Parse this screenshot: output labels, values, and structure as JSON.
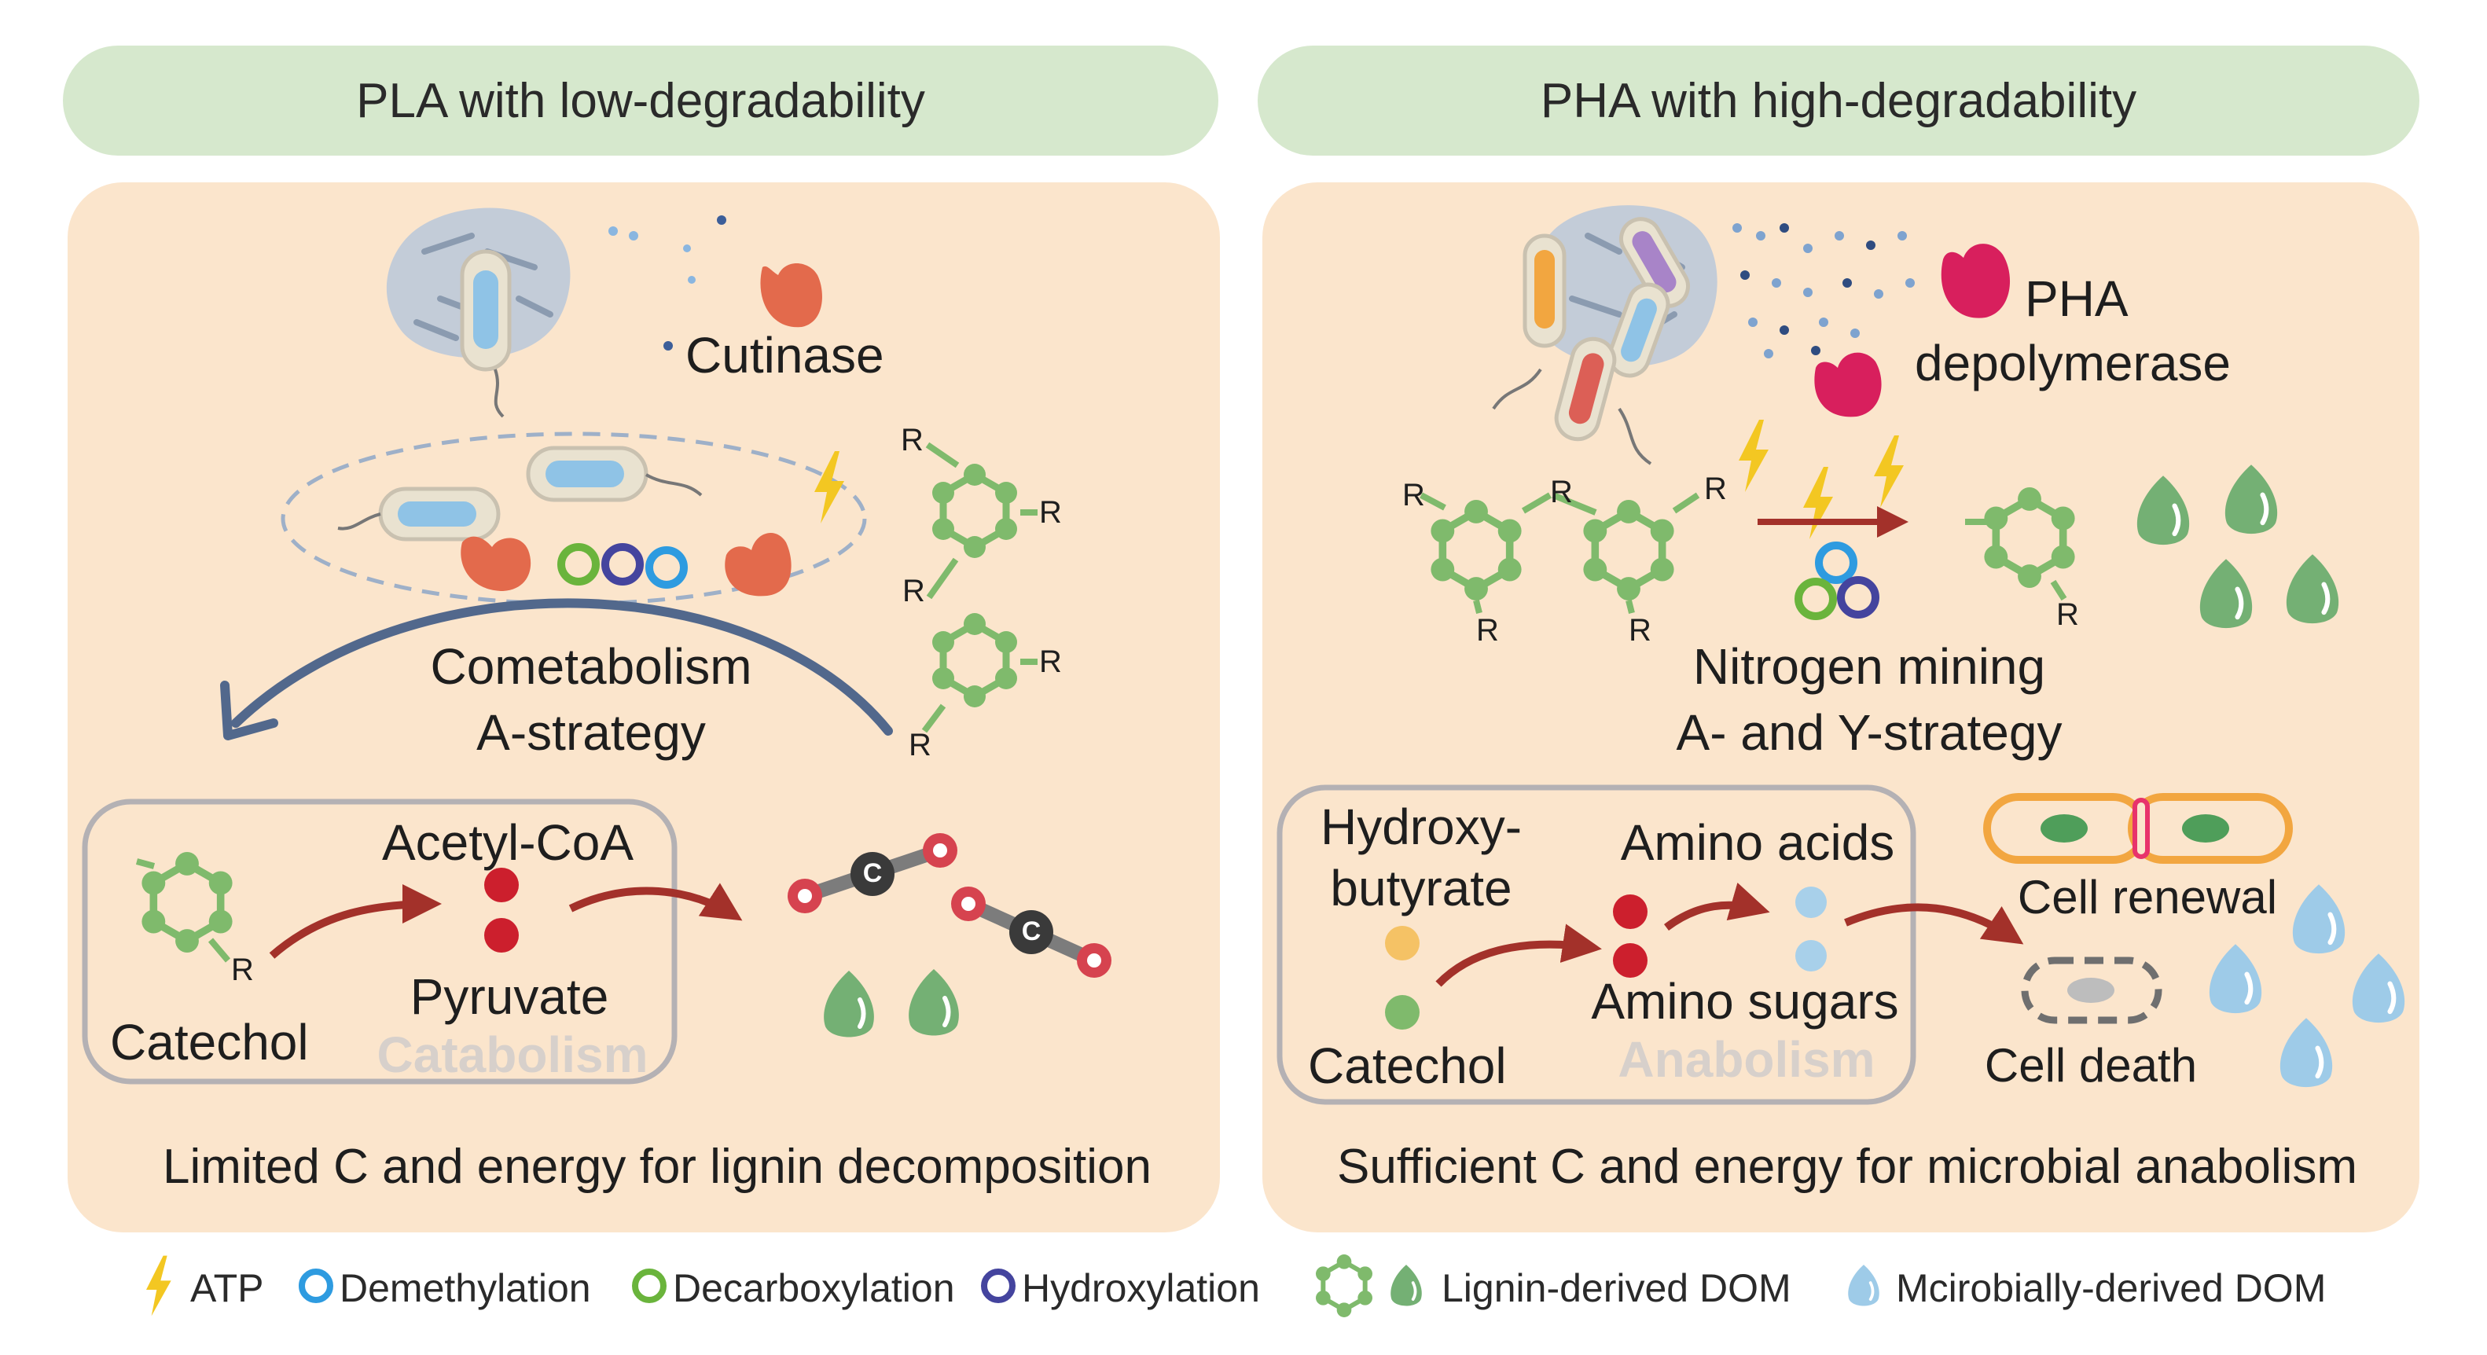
{
  "headers": {
    "left": "PLA with low-degradability",
    "right": "PHA with high-degradability"
  },
  "left_panel": {
    "enzyme": "Cutinase",
    "strategy_line1": "Cometabolism",
    "strategy_line2": "A-strategy",
    "product": "Acetyl-CoA",
    "substrate": "Catechol",
    "intermediate": "Pyruvate",
    "process": "Catabolism",
    "footer": "Limited C and energy for lignin decomposition",
    "ring_substituent": "R"
  },
  "right_panel": {
    "enzyme_line1": "PHA",
    "enzyme_line2": "depolymerase",
    "strategy_line1": "Nitrogen mining",
    "strategy_line2": "A- and Y-strategy",
    "substrate1_line1": "Hydroxy-",
    "substrate1_line2": "butyrate",
    "substrate2": "Catechol",
    "product1": "Amino acids",
    "product2": "Amino sugars",
    "process": "Anabolism",
    "fate1": "Cell renewal",
    "fate2": "Cell death",
    "footer": "Sufficient C and energy for microbial anabolism",
    "ring_substituent": "R"
  },
  "molecule_label": "C",
  "legend": {
    "atp": "ATP",
    "demethylation": "Demethylation",
    "decarboxylation": "Decarboxylation",
    "hydroxylation": "Hydroxylation",
    "lignin_dom": "Lignin-derived DOM",
    "microbial_dom": "Mcirobially-derived DOM"
  },
  "colors": {
    "header_bg": "#d6e8cd",
    "panel_bg": "#fbe5cc",
    "ring_green": "#7fba6c",
    "cutinase": "#e36a4c",
    "depolymerase": "#d81f5d",
    "atp_yellow": "#f3c722",
    "demethylation_blue": "#2e9be0",
    "decarboxylation_green": "#6ab43c",
    "hydroxylation_navy": "#44449e",
    "arrow_red": "#a3312a",
    "arrow_blue": "#52688c",
    "lignin_dom_green": "#74b074",
    "microbial_dom_blue": "#9ecbe8",
    "cell_renewal_orange": "#f2a640",
    "metabolite_red": "#cc1f2d"
  }
}
